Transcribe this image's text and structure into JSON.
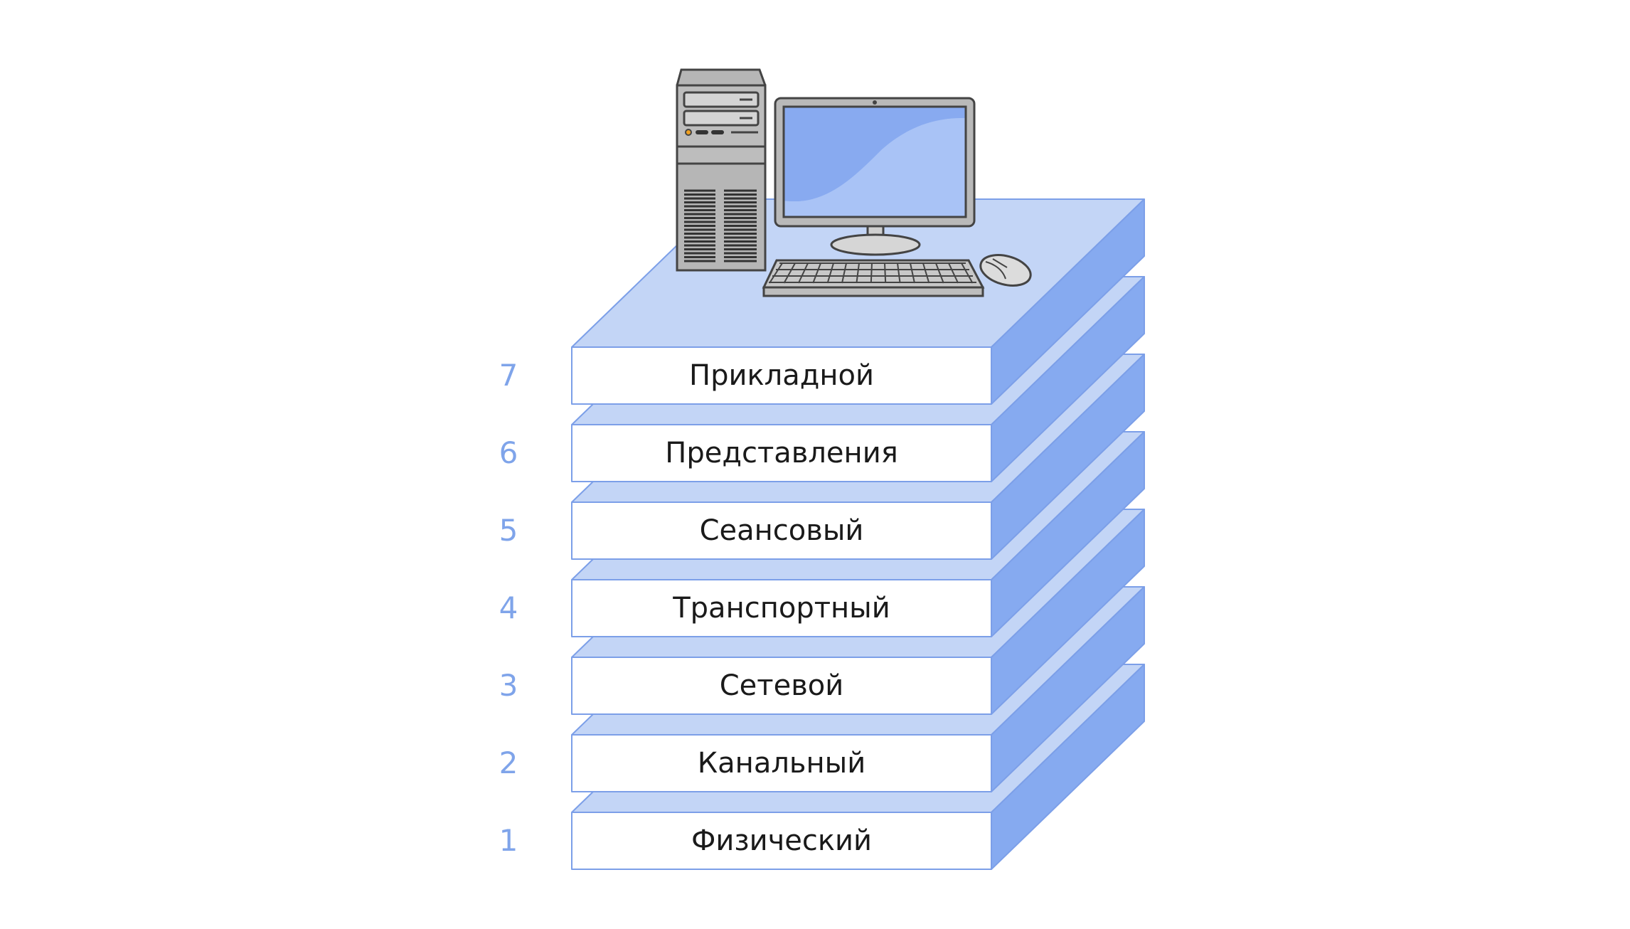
{
  "layers": [
    {
      "number": "7",
      "name": "Прикладной"
    },
    {
      "number": "6",
      "name": "Представления"
    },
    {
      "number": "5",
      "name": "Сеансовый"
    },
    {
      "number": "4",
      "name": "Транспортный"
    },
    {
      "number": "3",
      "name": "Сетевой"
    },
    {
      "number": "2",
      "name": "Канальный"
    },
    {
      "number": "1",
      "name": "Физический"
    }
  ],
  "colors": {
    "top_face": "#c3d5f6",
    "side_face": "#86aaf0",
    "front_face": "#ffffff",
    "outline": "#7c9fe8",
    "number": "#7fa4ea",
    "screen": "#8eb0f0",
    "case": "#b0b0b0"
  },
  "icons": [
    "computer-tower-icon",
    "monitor-icon",
    "keyboard-icon",
    "mouse-icon"
  ]
}
